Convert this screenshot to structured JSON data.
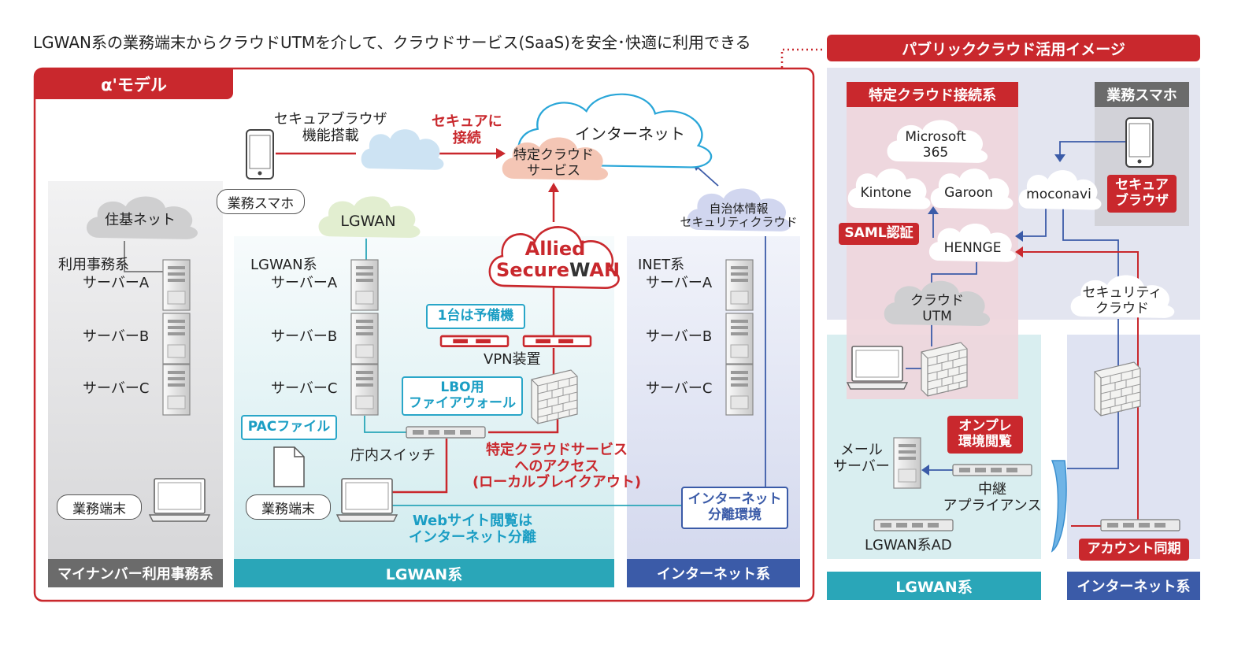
{
  "header": {
    "caption": "LGWAN系の業務端末からクラウドUTMを介して、クラウドサービス(SaaS)を安全･快適に利用できる"
  },
  "alpha": {
    "title": "α'モデル",
    "zones": {
      "mynumber": "マイナンバー利用事務系",
      "lgwan": "LGWAN系",
      "internet": "インターネット系"
    },
    "jukinet": "住基ネット",
    "mynumber_servers": {
      "label": "利用事務系",
      "a": "サーバーA",
      "b": "サーバーB",
      "c": "サーバーC"
    },
    "terminal": "業務端末",
    "smartphone": "業務スマホ",
    "secure_browser": "セキュアブラウザ\n機能搭載",
    "secure_connect": "セキュアに\n接続",
    "internet_cloud": "インターネット",
    "specific_cloud": "特定クラウド\nサービス",
    "lgwan_cloud": "LGWAN",
    "lgwan_servers": {
      "label": "LGWAN系",
      "a": "サーバーA",
      "b": "サーバーB",
      "c": "サーバーC"
    },
    "allied_1": "Allied",
    "allied_2a": "Secure",
    "allied_2b": "W",
    "allied_2c": "AN",
    "spare": "1台は予備機",
    "vpn": "VPN装置",
    "lbo": "LBO用\nファイアウォール",
    "pac": "PACファイル",
    "switch": "庁内スイッチ",
    "terminal2": "業務端末",
    "local_breakout": "特定クラウドサービス\nへのアクセス\n(ローカルブレイクアウト)",
    "web_browse": "Webサイト閲覧は\nインターネット分離",
    "jichitai": "自治体情報\nセキュリティクラウド",
    "inet_servers": {
      "label": "INET系",
      "a": "サーバーA",
      "b": "サーバーB",
      "c": "サーバーC"
    },
    "separation": "インターネット\n分離環境"
  },
  "public": {
    "title": "パブリッククラウド活用イメージ",
    "specific": "特定クラウド接続系",
    "ms365": "Microsoft\n365",
    "kintone": "Kintone",
    "garoon": "Garoon",
    "saml": "SAML認証",
    "hennge": "HENNGE",
    "utm": "クラウド\nUTM",
    "smartphone_title": "業務スマホ",
    "secure_browser": "セキュア\nブラウザ",
    "moconavi": "moconavi",
    "security_cloud": "セキュリティ\nクラウド",
    "onprem": "オンプレ\n環境閲覧",
    "mail": "メール\nサーバー",
    "relay": "中継\nアプライアンス",
    "ad": "LGWAN系AD",
    "account_sync": "アカウント同期",
    "lgwan_zone": "LGWAN系",
    "internet_zone": "インターネット系"
  },
  "colors": {
    "red": "#c9282d",
    "teal": "#2aa6b8",
    "navy": "#3b5ba8",
    "gray": "#6b6b6b",
    "pink": "#f1d7dc"
  }
}
